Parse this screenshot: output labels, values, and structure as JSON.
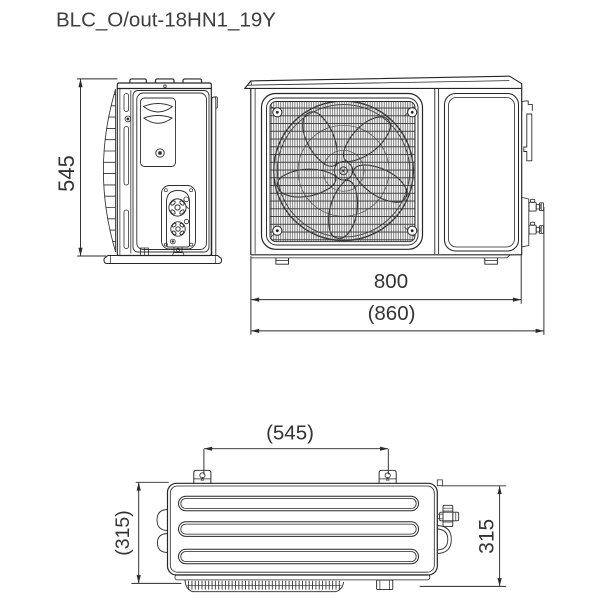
{
  "title": "BLC_O/out-18HN1_19Y",
  "diagram": {
    "type": "technical-drawing",
    "subject": "air-conditioner-outdoor-unit",
    "views": {
      "side_view": {
        "name": "side view (left)",
        "dimensions": {
          "height": {
            "label": "545"
          }
        }
      },
      "front_view": {
        "name": "front view (right)",
        "dimensions": {
          "body_width": {
            "label": "800"
          },
          "overall_width": {
            "label": "(860)"
          }
        }
      },
      "top_view": {
        "name": "top view (bottom)",
        "dimensions": {
          "mounting_pitch": {
            "label": "(545)"
          },
          "depth_left": {
            "label": "(315)"
          },
          "depth_right": {
            "label": "315"
          }
        }
      }
    },
    "colors": {
      "background": "#ffffff",
      "line": "#2a2a2a",
      "thin_line": "#4a4a4a",
      "mesh_line": "#707070",
      "text": "#3e3e3e"
    }
  }
}
